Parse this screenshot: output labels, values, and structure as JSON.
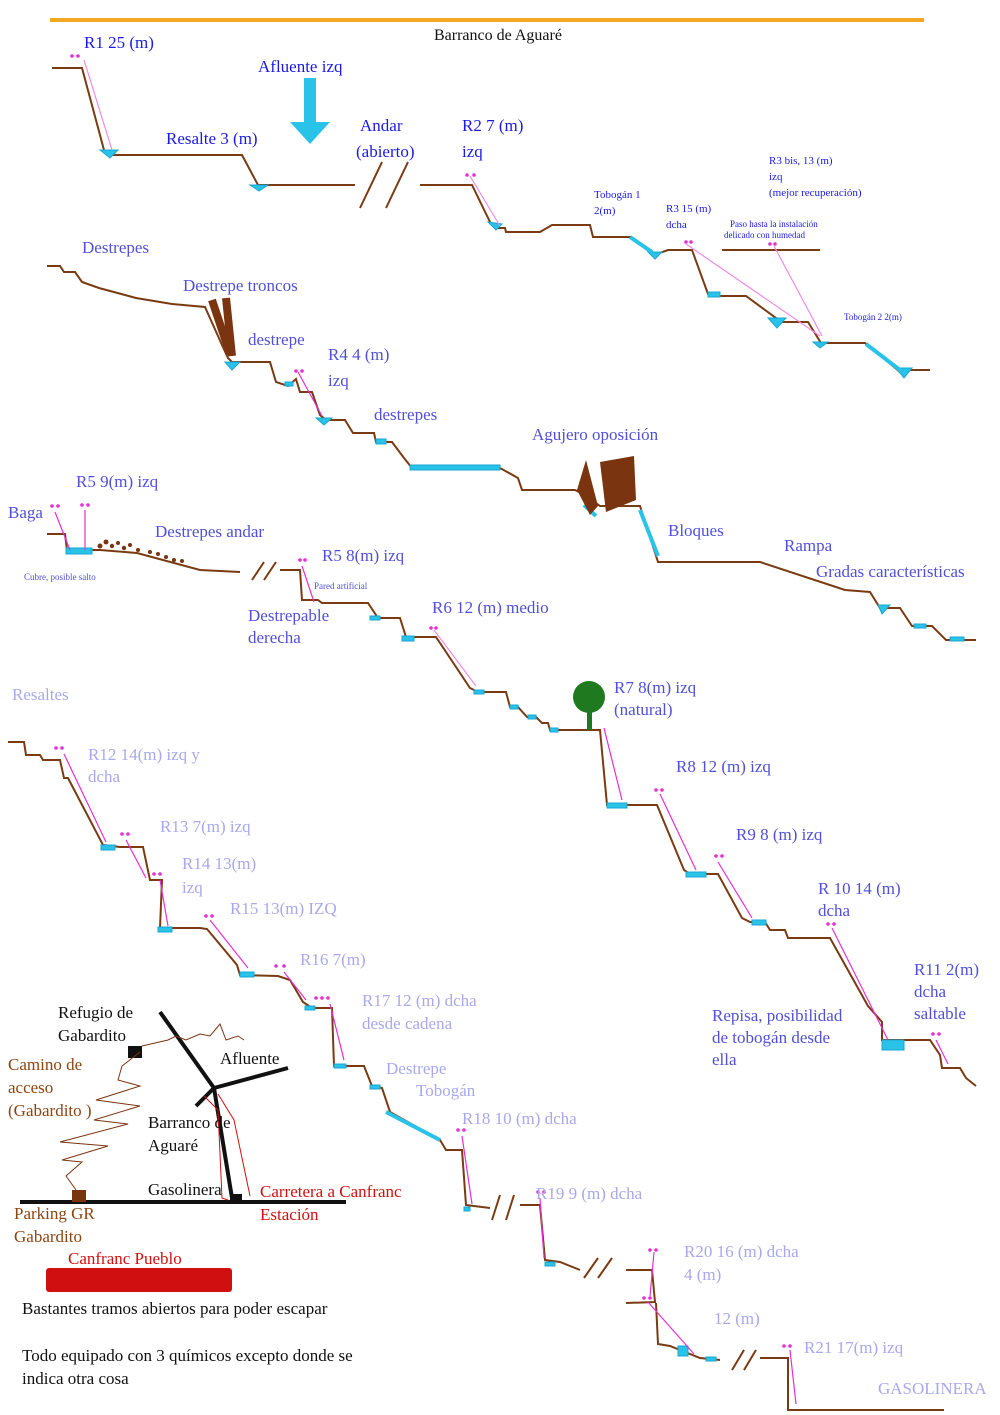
{
  "title": "Barranco de Aguaré",
  "colors": {
    "header_line": "#f5a623",
    "profile": "#7a3b12",
    "water": "#29c3ea",
    "rope": "#e62fd6",
    "rope_light": "#f08ae6",
    "tree": "#1f7a1f",
    "logs": "#7a3510",
    "road_bar": "#d01010"
  },
  "section1": {
    "r1": "R1 25 (m)",
    "afluente": "Afluente izq",
    "resalte": "Resalte 3 (m)",
    "andar_1": "Andar",
    "andar_2": "(abierto)",
    "r2_1": "R2 7 (m)",
    "r2_2": "izq",
    "tobogan1_1": "Tobogán 1",
    "tobogan1_2": "2(m)",
    "r3_1": "R3 15 (m)",
    "r3_2": "dcha",
    "r3bis_1": "R3 bis, 13 (m)",
    "r3bis_2": "izq",
    "r3bis_3": "(mejor recuperación)",
    "paso_1": "Paso hasta la instalación",
    "paso_2": "delicado con humedad",
    "tobogan2": "Tobogán 2 2(m)"
  },
  "section2": {
    "destrepes": "Destrepes",
    "destrepe_troncos": "Destrepe troncos",
    "destrepe": "destrepe",
    "r4_1": "R4 4 (m)",
    "r4_2": "izq",
    "destrepes2": "destrepes",
    "agujero": "Agujero oposición",
    "bloques": "Bloques",
    "rampa": "Rampa",
    "gradas": "Gradas características"
  },
  "section3": {
    "baga": "Baga",
    "r5a": "R5 9(m) izq",
    "destrepes_andar": "Destrepes andar",
    "cubre": "Cubre, posible salto",
    "r5b": "R5 8(m) izq",
    "pared": "Pared artificial",
    "destrepable_1": "Destrepable",
    "destrepable_2": "derecha",
    "r6": "R6 12 (m) medio",
    "r7_1": "R7 8(m) izq",
    "r7_2": "(natural)",
    "r8": "R8 12 (m) izq",
    "r9": "R9 8 (m) izq",
    "r10_1": "R 10 14 (m)",
    "r10_2": "dcha",
    "r11_1": "R11 2(m)",
    "r11_2": "dcha",
    "r11_3": "saltable",
    "repisa_1": "Repisa, posibilidad",
    "repisa_2": "de tobogán desde",
    "repisa_3": "ella"
  },
  "section4": {
    "resaltes": "Resaltes",
    "r12_1": "R12 14(m) izq y",
    "r12_2": "dcha",
    "r13": "R13 7(m) izq",
    "r14_1": "R14 13(m)",
    "r14_2": "izq",
    "r15": "R15 13(m) IZQ",
    "r16": "R16 7(m)",
    "r17_1": "R17 12 (m) dcha",
    "r17_2": "desde cadena",
    "destrepe_tob_1": "Destrepe",
    "destrepe_tob_2": "Tobogán",
    "r18": "R18 10 (m) dcha",
    "r19": "R19 9 (m) dcha",
    "r20_1": "R20 16 (m) dcha",
    "r20_2": "4 (m)",
    "r20_3": "12 (m)",
    "r21": "R21 17(m) izq",
    "gasolinera": "GASOLINERA"
  },
  "map": {
    "refugio_1": "Refugio de",
    "refugio_2": "Gabardito",
    "afluente": "Afluente",
    "camino_1": "Camino de",
    "camino_2": "acceso",
    "camino_3": "(Gabardito )",
    "barranco_1": "Barranco de",
    "barranco_2": "Aguaré",
    "gasolinera": "Gasolinera",
    "carretera_1": "Carretera a Canfranc",
    "carretera_2": "Estación",
    "parking_1": "Parking GR",
    "parking_2": "Gabardito",
    "canfranc": "Canfranc Pueblo"
  },
  "notes": {
    "note1": "Bastantes tramos abiertos para poder escapar",
    "note2_1": "Todo equipado con 3 químicos excepto donde se",
    "note2_2": "indica otra cosa"
  }
}
